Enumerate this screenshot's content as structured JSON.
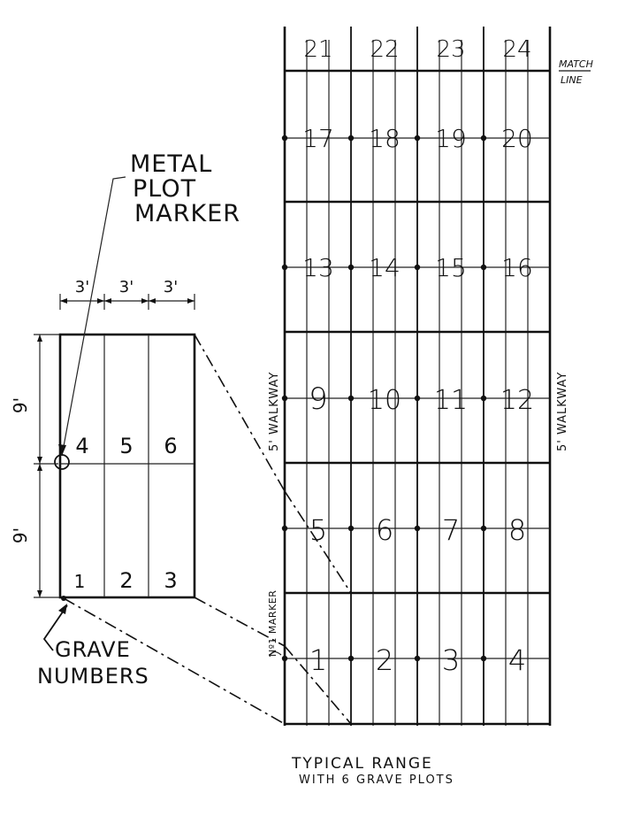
{
  "labels": {
    "metal_plot_marker": [
      "METAL",
      "PLOT",
      "MARKER"
    ],
    "grave_numbers": [
      "GRAVE",
      "NUMBERS"
    ],
    "match_line": [
      "MATCH",
      "LINE"
    ],
    "walkway_left": "5' WALKWAY",
    "walkway_right": "5' WALKWAY",
    "no1_marker": "Nº1 MARKER",
    "typical_range": [
      "TYPICAL RANGE",
      "WITH 6 GRAVE PLOTS"
    ]
  },
  "detail": {
    "widths": [
      "3'",
      "3'",
      "3'"
    ],
    "heights": [
      "9'",
      "9'"
    ],
    "top_row": [
      "4",
      "5",
      "6"
    ],
    "bottom_row": [
      "1",
      "2",
      "3"
    ]
  },
  "range": {
    "row_21_24": [
      "21",
      "22",
      "23",
      "24"
    ],
    "row_17_20": [
      "17",
      "18",
      "19",
      "20"
    ],
    "row_13_16": [
      "13",
      "14",
      "15",
      "16"
    ],
    "row_9_12": [
      "9",
      "10",
      "11",
      "12"
    ],
    "row_5_8": [
      "5",
      "6",
      "7",
      "8"
    ],
    "row_1_4": [
      "1",
      "2",
      "3",
      "4"
    ]
  }
}
